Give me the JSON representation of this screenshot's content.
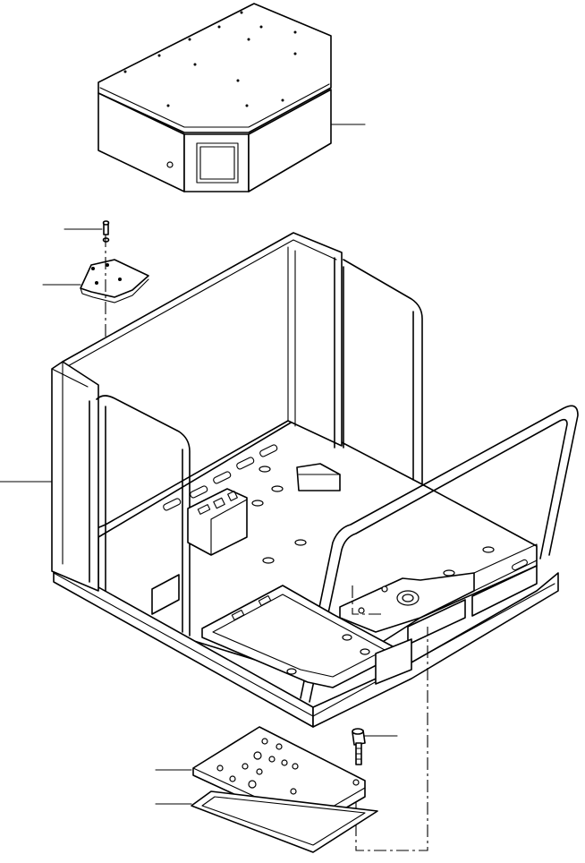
{
  "diagram": {
    "type": "exploded-parts-view",
    "parts": [
      {
        "id": "cover-box",
        "label": ""
      },
      {
        "id": "bolt-top",
        "label": ""
      },
      {
        "id": "mounting-plate",
        "label": ""
      },
      {
        "id": "cab-floor-frame",
        "label": ""
      },
      {
        "id": "bolt-bottom",
        "label": ""
      },
      {
        "id": "floor-plate",
        "label": ""
      },
      {
        "id": "gasket",
        "label": ""
      }
    ],
    "colors": {
      "line": "#000000",
      "background": "#ffffff"
    }
  }
}
